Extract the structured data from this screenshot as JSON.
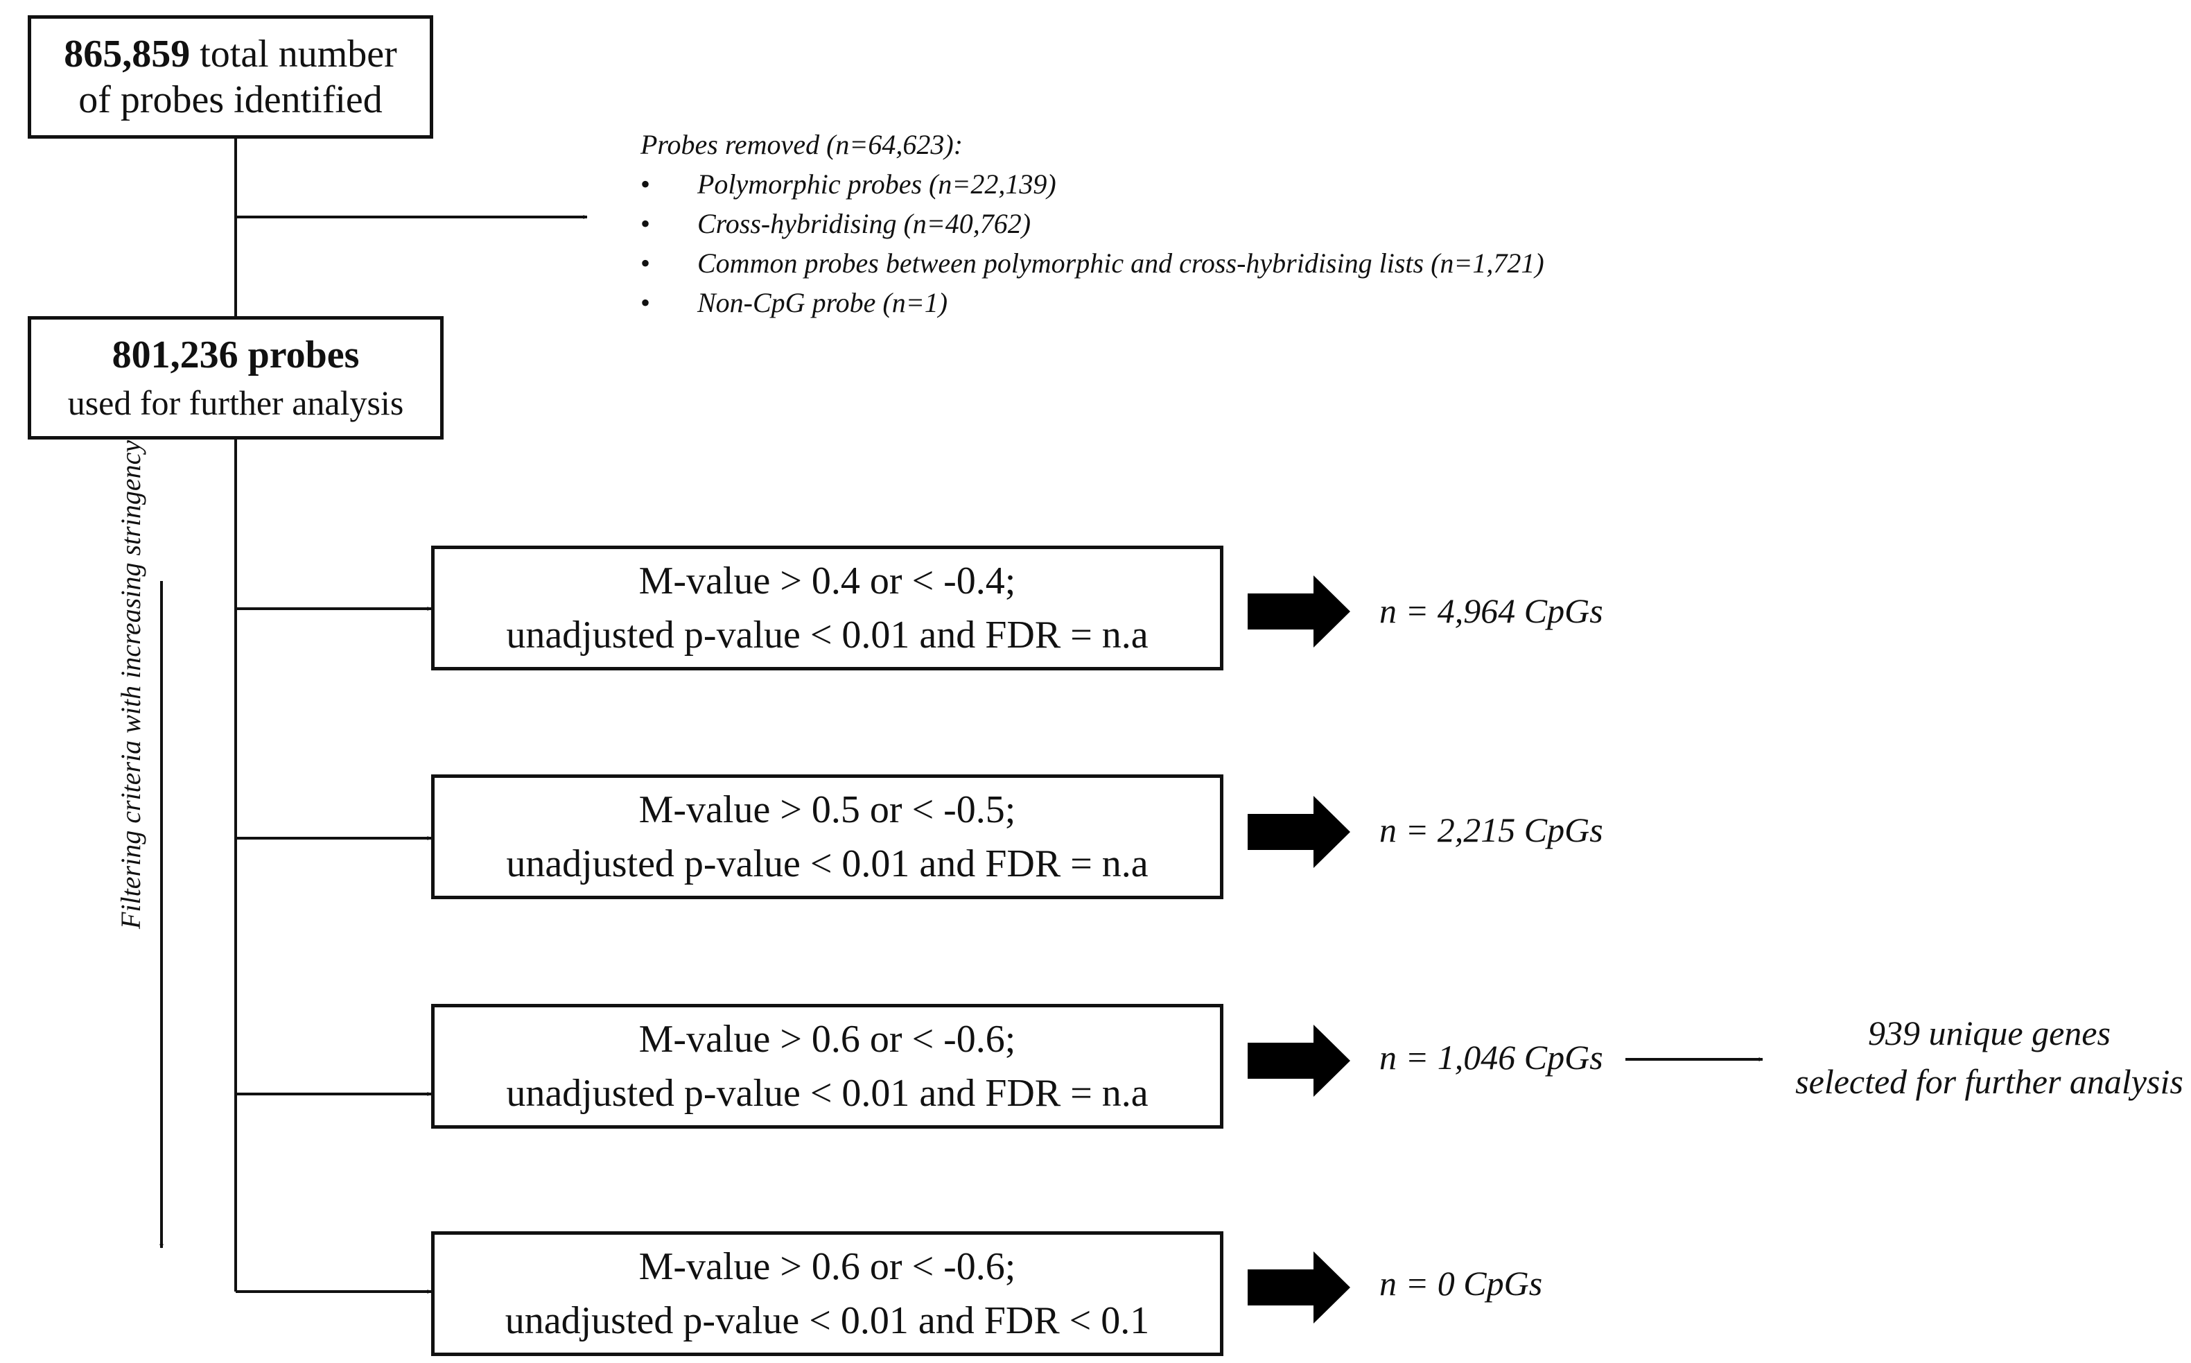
{
  "total_box": {
    "count": "865,859",
    "line1_rest": " total number",
    "line2": "of probes identified"
  },
  "removed": {
    "heading": "Probes removed (n=64,623):",
    "bullet": "•",
    "items": [
      "Polymorphic probes (n=22,139)",
      "Cross-hybridising (n=40,762)",
      "Common probes between polymorphic and cross-hybridising lists (n=1,721)",
      "Non-CpG probe (n=1)"
    ]
  },
  "used_box": {
    "count_line": "801,236 probes",
    "line2": "used for further analysis"
  },
  "side_label": "Filtering criteria with increasing stringency",
  "filters": [
    {
      "line1": "M-value > 0.4 or < -0.4;",
      "line2": "unadjusted p-value < 0.01 and FDR = n.a",
      "result": "n = 4,964 CpGs"
    },
    {
      "line1": "M-value > 0.5 or < -0.5;",
      "line2": "unadjusted p-value < 0.01 and FDR = n.a",
      "result": "n = 2,215 CpGs"
    },
    {
      "line1": "M-value > 0.6 or < -0.6;",
      "line2": "unadjusted p-value < 0.01 and FDR = n.a",
      "result": "n = 1,046 CpGs"
    },
    {
      "line1": "M-value > 0.6 or < -0.6;",
      "line2": "unadjusted p-value < 0.01 and FDR < 0.1",
      "result": "n = 0 CpGs"
    }
  ],
  "genes": {
    "line1": "939 unique genes",
    "line2": "selected for further analysis"
  }
}
